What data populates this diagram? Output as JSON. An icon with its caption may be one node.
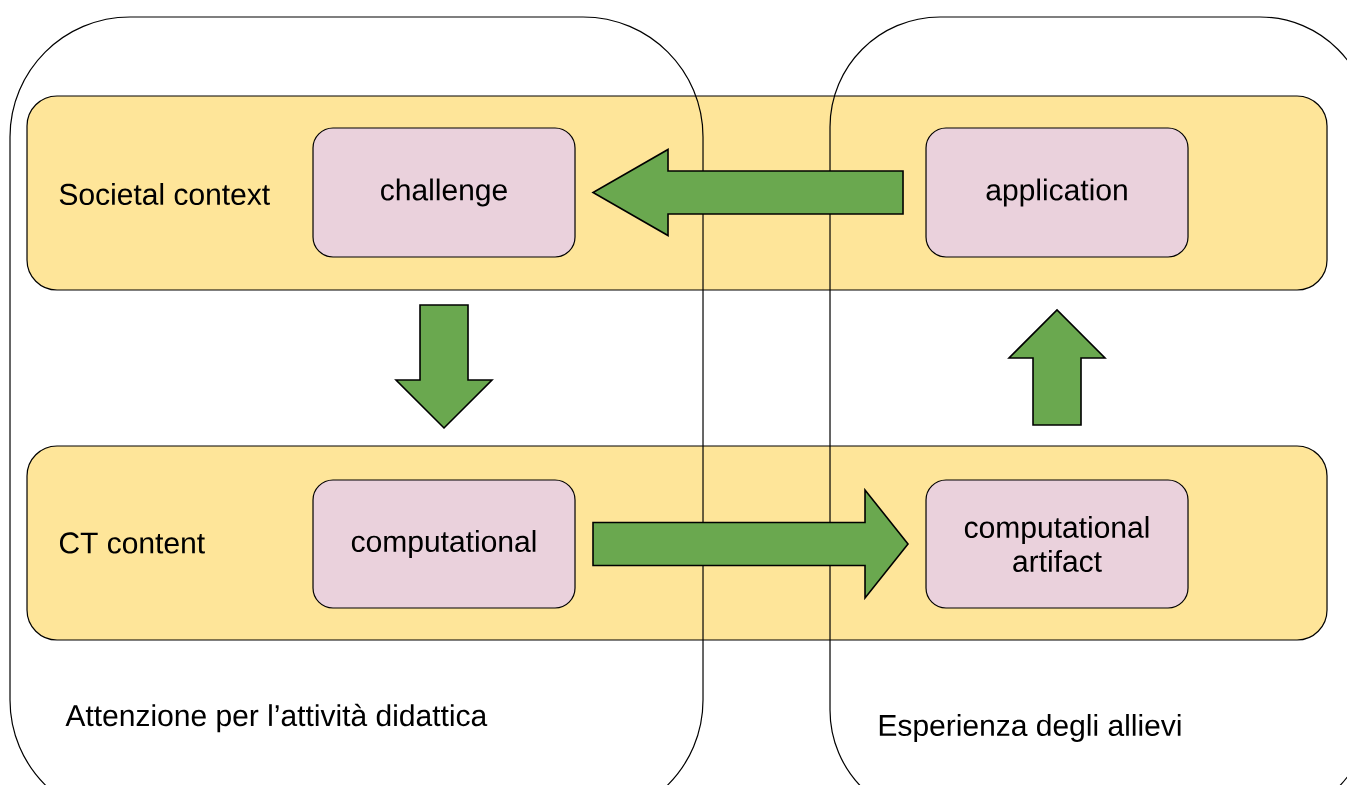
{
  "diagram": {
    "nodes": [
      {
        "text": [
          "Attenzione per l’attività didattica"
        ]
      },
      {
        "text": [
          "Esperienza degli allievi"
        ]
      },
      {
        "text": [
          "Societal context"
        ]
      },
      {
        "text": [
          "CT content"
        ]
      },
      {
        "text": [
          "challenge"
        ]
      },
      {
        "text": [
          "application"
        ]
      },
      {
        "text": [
          "computational"
        ]
      },
      {
        "text": [
          "computational artifact"
        ]
      }
    ],
    "edges": [
      {
        "from": 5,
        "to": 4,
        "arrow": "to"
      },
      {
        "from": 4,
        "to": 6,
        "arrow": "to"
      },
      {
        "from": 6,
        "to": 7,
        "arrow": "to"
      },
      {
        "from": 7,
        "to": 5,
        "arrow": "to"
      }
    ]
  }
}
